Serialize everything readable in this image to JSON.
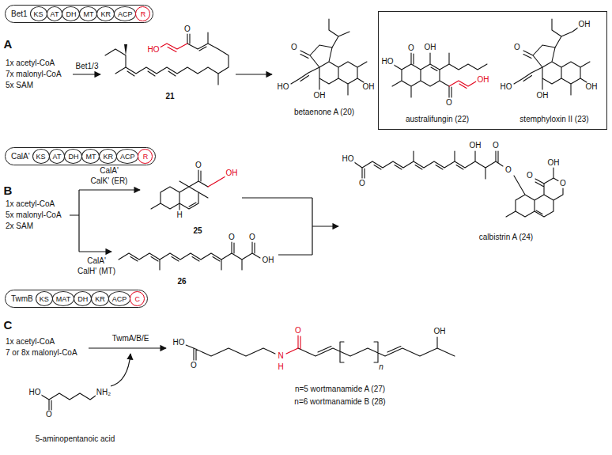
{
  "diagram": {
    "nodes": [
      {
        "text": [
          "Bet1"
        ]
      },
      {
        "text": [
          "KS"
        ],
        "in": 0
      },
      {
        "text": [
          "AT"
        ],
        "in": 0
      },
      {
        "text": [
          "DH"
        ],
        "in": 0
      },
      {
        "text": [
          "MT"
        ],
        "in": 0
      },
      {
        "text": [
          "KR"
        ],
        "in": 0
      },
      {
        "text": [
          "ACP"
        ],
        "in": 0
      },
      {
        "text": [
          "R"
        ],
        "in": 0
      },
      {
        "text": [
          "australifungin (22)",
          "stemphyloxin II (23)"
        ]
      },
      {
        "text": [
          "CalA'"
        ]
      },
      {
        "text": [
          "KS"
        ],
        "in": 9
      },
      {
        "text": [
          "AT"
        ],
        "in": 9
      },
      {
        "text": [
          "DH"
        ],
        "in": 9
      },
      {
        "text": [
          "MT"
        ],
        "in": 9
      },
      {
        "text": [
          "KR"
        ],
        "in": 9
      },
      {
        "text": [
          "ACP"
        ],
        "in": 9
      },
      {
        "text": [
          "R"
        ],
        "in": 9
      },
      {
        "text": [
          "TwmB"
        ]
      },
      {
        "text": [
          "KS"
        ],
        "in": 17
      },
      {
        "text": [
          "MAT"
        ],
        "in": 17
      },
      {
        "text": [
          "DH"
        ],
        "in": 17
      },
      {
        "text": [
          "KR"
        ],
        "in": 17
      },
      {
        "text": [
          "ACP"
        ],
        "in": 17
      },
      {
        "text": [
          "C"
        ],
        "in": 17
      }
    ],
    "labels": [
      "A",
      "1x acetyl-CoA",
      "7x malonyl-CoA",
      "5x SAM",
      "Bet1/3",
      "HO",
      "O",
      "21",
      "O",
      "HO",
      "OH",
      "OH",
      "betaenone A (20)",
      "HO",
      "O",
      "OH",
      "O",
      "OH",
      "O",
      "HO",
      "OH",
      "OH",
      "OH",
      "B",
      "1x acetyl-CoA",
      "5x malonyl-CoA",
      "2x SAM",
      "CalA'",
      "CalK' (ER)",
      "CalA'",
      "CalH' (MT)",
      "O",
      "OH",
      "H",
      "25",
      "O",
      "O",
      "OH",
      "26",
      "HO",
      "O",
      "OH",
      "O",
      "O",
      "O",
      "O",
      "OH",
      "calbistrin A (24)",
      "C",
      "1x acetyl-CoA",
      "7 or 8x malonyl-CoA",
      "TwmA/B/E",
      "HO",
      "O",
      "NH₂",
      "5-aminopentanoic acid",
      "HO",
      "O",
      "N",
      "H",
      "O",
      "n",
      "OH",
      "n=5 wortmanamide A (27)",
      "n=6 wortmanamide B (28)"
    ]
  }
}
